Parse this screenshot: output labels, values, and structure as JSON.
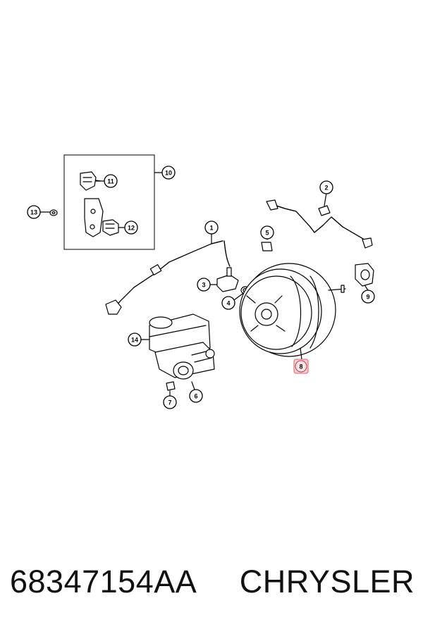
{
  "diagram": {
    "callouts": [
      {
        "id": "callout-1",
        "label": "1"
      },
      {
        "id": "callout-2",
        "label": "2"
      },
      {
        "id": "callout-3",
        "label": "3"
      },
      {
        "id": "callout-4",
        "label": "4"
      },
      {
        "id": "callout-5",
        "label": "5"
      },
      {
        "id": "callout-6",
        "label": "6"
      },
      {
        "id": "callout-7",
        "label": "7"
      },
      {
        "id": "callout-8",
        "label": "8",
        "highlighted": true
      },
      {
        "id": "callout-9",
        "label": "9"
      },
      {
        "id": "callout-10",
        "label": "10"
      },
      {
        "id": "callout-11",
        "label": "11"
      },
      {
        "id": "callout-12",
        "label": "12"
      },
      {
        "id": "callout-13",
        "label": "13"
      },
      {
        "id": "callout-14",
        "label": "14"
      }
    ],
    "highlight_color": "#e06070"
  },
  "footer": {
    "part_number": "68347154AA",
    "brand": "CHRYSLER"
  }
}
